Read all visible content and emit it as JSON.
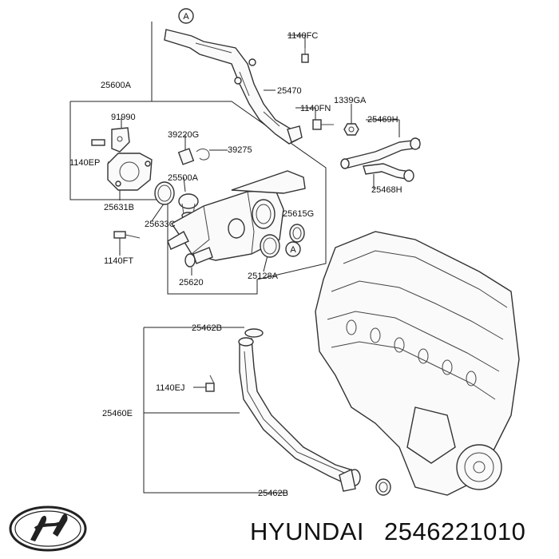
{
  "part_labels": {
    "p1140FC": "1140FC",
    "p25470": "25470",
    "p25600A": "25600A",
    "p91990": "91990",
    "p1140FN": "1140FN",
    "p1339GA": "1339GA",
    "p25469H": "25469H",
    "p1140EP": "1140EP",
    "p39220G": "39220G",
    "p39275": "39275",
    "p25500A": "25500A",
    "p25468H": "25468H",
    "p25631B": "25631B",
    "p25633C": "25633C",
    "p25615G": "25615G",
    "p1140FT": "1140FT",
    "p25620": "25620",
    "p25128A": "25128A",
    "p25462B_top": "25462B",
    "p1140EJ": "1140EJ",
    "p25460E": "25460E",
    "p25462B_bottom": "25462B"
  },
  "reference_marker": "A",
  "footer": {
    "brand": "HYUNDAI",
    "part_number": "2546221010"
  }
}
